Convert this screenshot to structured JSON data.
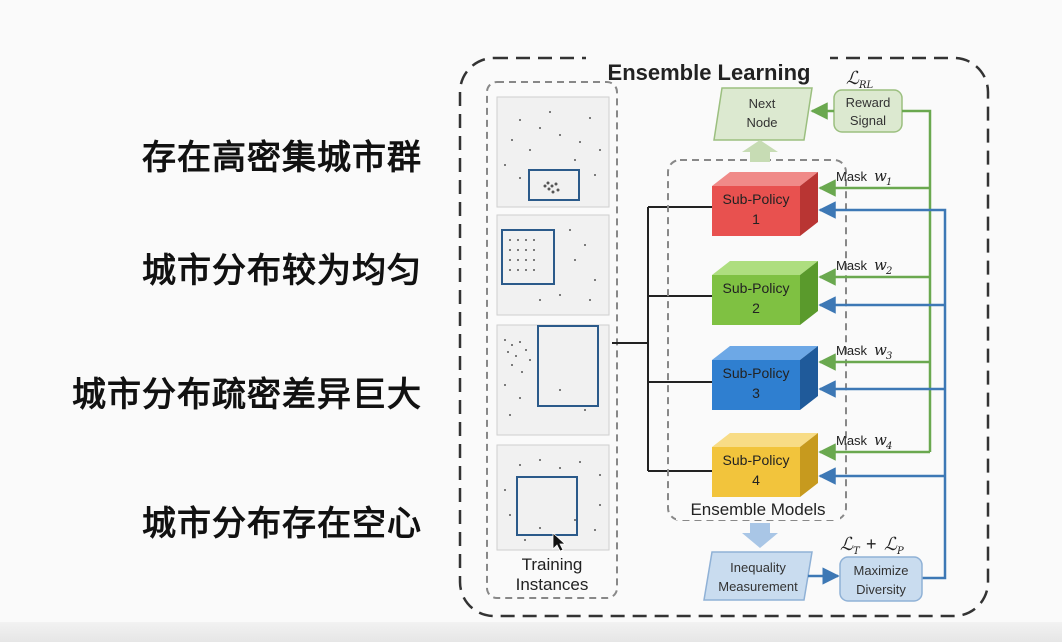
{
  "left_labels": [
    "存在高密集城市群",
    "城市分布较为均匀",
    "城市分布疏密差异巨大",
    "城市分布存在空心"
  ],
  "diagram": {
    "title": "Ensemble Learning",
    "training_instances": [
      "Training",
      "Instances"
    ],
    "ensemble_models_label": "Ensemble Models",
    "next_node": [
      "Next",
      "Node"
    ],
    "loss_rl": "ℒ",
    "loss_rl_sub": "RL",
    "reward_signal": [
      "Reward",
      "Signal"
    ],
    "sub_policies": [
      {
        "name": "Sub-Policy",
        "index": "1",
        "color": "#e8514f",
        "mask_text": "Mask",
        "mask_var": "w",
        "mask_sub": "1"
      },
      {
        "name": "Sub-Policy",
        "index": "2",
        "color": "#7fc142",
        "mask_text": "Mask",
        "mask_var": "w",
        "mask_sub": "2"
      },
      {
        "name": "Sub-Policy",
        "index": "3",
        "color": "#2f7fd0",
        "mask_text": "Mask",
        "mask_var": "w",
        "mask_sub": "3"
      },
      {
        "name": "Sub-Policy",
        "index": "4",
        "color": "#f2c43c",
        "mask_text": "Mask",
        "mask_var": "w",
        "mask_sub": "4"
      }
    ],
    "inequality": [
      "Inequality",
      "Measurement"
    ],
    "loss_tp_a": "ℒ",
    "loss_tp_a_sub": "T",
    "loss_tp_plus": "+",
    "loss_tp_b": "ℒ",
    "loss_tp_b_sub": "P",
    "maximize_diversity": [
      "Maximize",
      "Diversity"
    ],
    "colors": {
      "mask_arrow": "#6aa84f",
      "diversity_arrow": "#3d78b5",
      "label_box": "#dce9d0",
      "blue_box": "#c9dcef"
    }
  }
}
